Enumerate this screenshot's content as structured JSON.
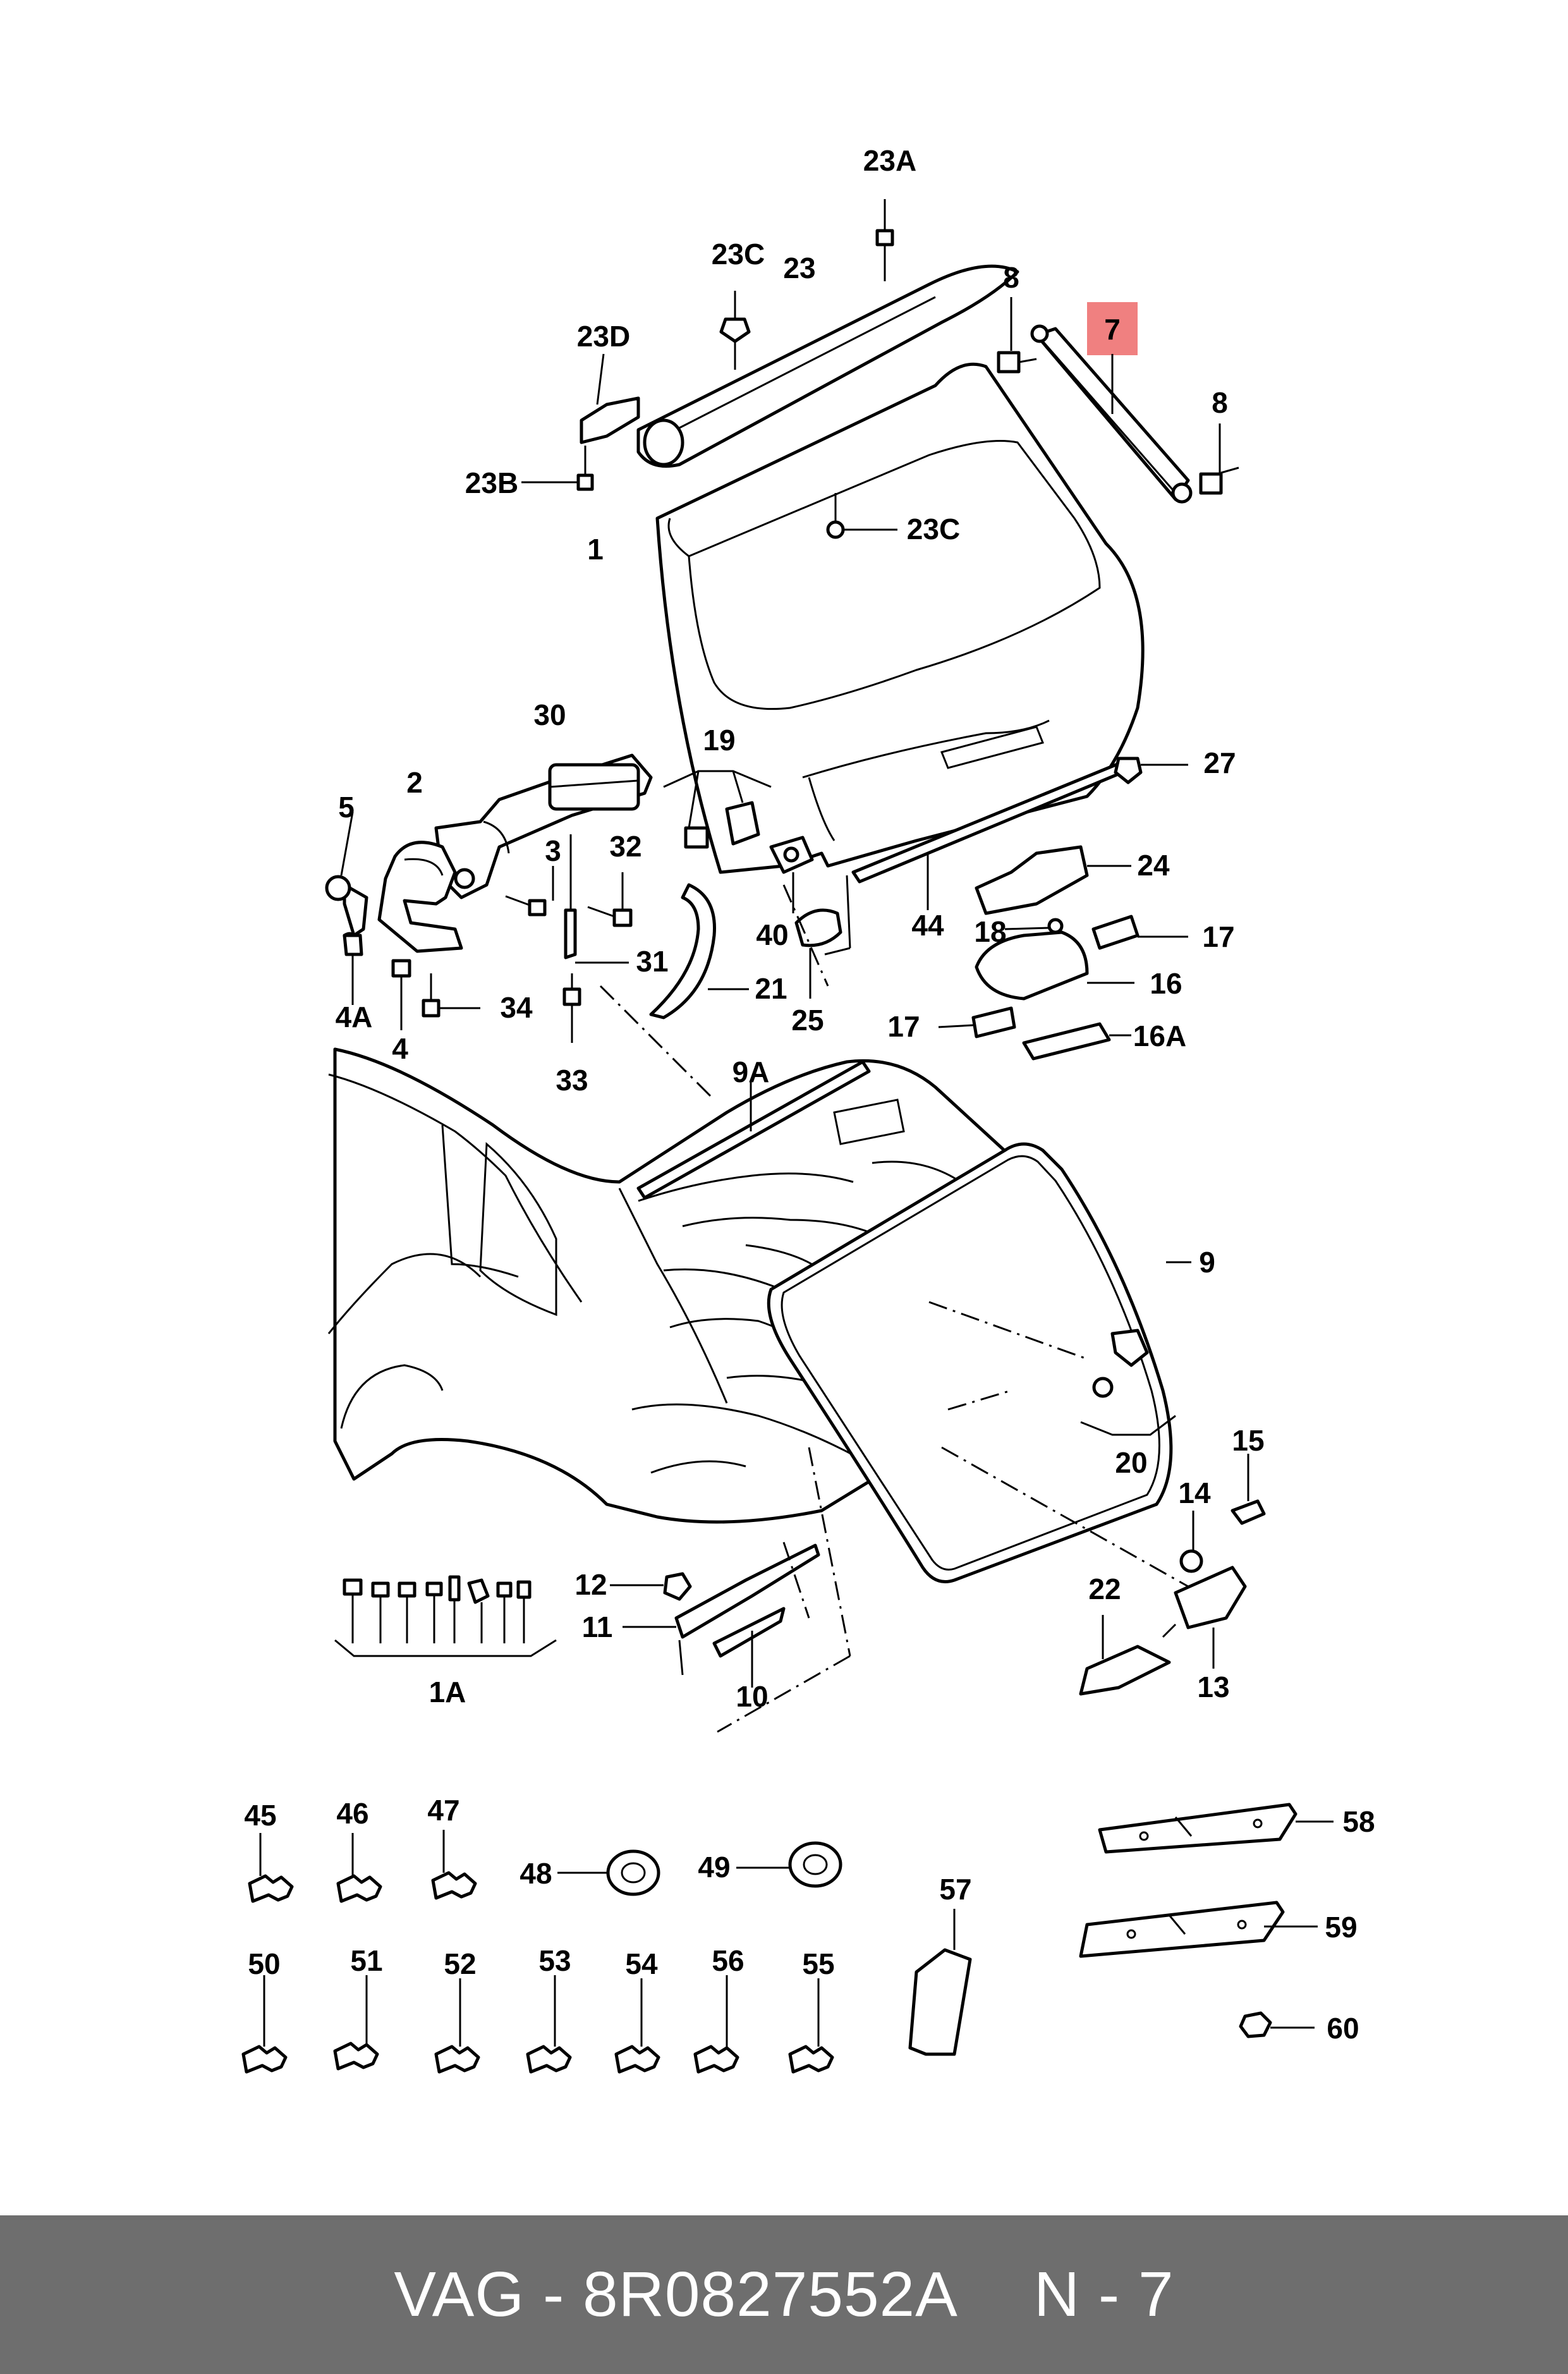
{
  "diagram": {
    "callouts": [
      {
        "id": "23A",
        "text": "23A"
      },
      {
        "id": "23C_top",
        "text": "23C"
      },
      {
        "id": "23",
        "text": "23"
      },
      {
        "id": "8_left",
        "text": "8"
      },
      {
        "id": "7",
        "text": "7"
      },
      {
        "id": "23D",
        "text": "23D"
      },
      {
        "id": "8_right",
        "text": "8"
      },
      {
        "id": "23B",
        "text": "23B"
      },
      {
        "id": "23C_mid",
        "text": "23C"
      },
      {
        "id": "1",
        "text": "1"
      },
      {
        "id": "30",
        "text": "30"
      },
      {
        "id": "19",
        "text": "19"
      },
      {
        "id": "27",
        "text": "27"
      },
      {
        "id": "5",
        "text": "5"
      },
      {
        "id": "2",
        "text": "2"
      },
      {
        "id": "3",
        "text": "3"
      },
      {
        "id": "32",
        "text": "32"
      },
      {
        "id": "24",
        "text": "24"
      },
      {
        "id": "40",
        "text": "40"
      },
      {
        "id": "44",
        "text": "44"
      },
      {
        "id": "18",
        "text": "18"
      },
      {
        "id": "17_right",
        "text": "17"
      },
      {
        "id": "31",
        "text": "31"
      },
      {
        "id": "21",
        "text": "21"
      },
      {
        "id": "16",
        "text": "16"
      },
      {
        "id": "4A",
        "text": "4A"
      },
      {
        "id": "34",
        "text": "34"
      },
      {
        "id": "25",
        "text": "25"
      },
      {
        "id": "17_left",
        "text": "17"
      },
      {
        "id": "16A",
        "text": "16A"
      },
      {
        "id": "4",
        "text": "4"
      },
      {
        "id": "33",
        "text": "33"
      },
      {
        "id": "9A",
        "text": "9A"
      },
      {
        "id": "9",
        "text": "9"
      },
      {
        "id": "15",
        "text": "15"
      },
      {
        "id": "20",
        "text": "20"
      },
      {
        "id": "14",
        "text": "14"
      },
      {
        "id": "12",
        "text": "12"
      },
      {
        "id": "22",
        "text": "22"
      },
      {
        "id": "11",
        "text": "11"
      },
      {
        "id": "13",
        "text": "13"
      },
      {
        "id": "1A",
        "text": "1A"
      },
      {
        "id": "10",
        "text": "10"
      },
      {
        "id": "45",
        "text": "45"
      },
      {
        "id": "46",
        "text": "46"
      },
      {
        "id": "47",
        "text": "47"
      },
      {
        "id": "48",
        "text": "48"
      },
      {
        "id": "49",
        "text": "49"
      },
      {
        "id": "57",
        "text": "57"
      },
      {
        "id": "58",
        "text": "58"
      },
      {
        "id": "59",
        "text": "59"
      },
      {
        "id": "50",
        "text": "50"
      },
      {
        "id": "51",
        "text": "51"
      },
      {
        "id": "52",
        "text": "52"
      },
      {
        "id": "53",
        "text": "53"
      },
      {
        "id": "54",
        "text": "54"
      },
      {
        "id": "56",
        "text": "56"
      },
      {
        "id": "55",
        "text": "55"
      },
      {
        "id": "60",
        "text": "60"
      }
    ],
    "highlight": {
      "callout": "7",
      "color": "#f08080"
    },
    "colors": {
      "ink": "#000000",
      "background": "#ffffff"
    }
  },
  "footer": {
    "part_reference": "VAG - 8R0827552A",
    "position_label": "N - 7",
    "background_color": "#6e6e6e",
    "text_color": "#ffffff"
  }
}
